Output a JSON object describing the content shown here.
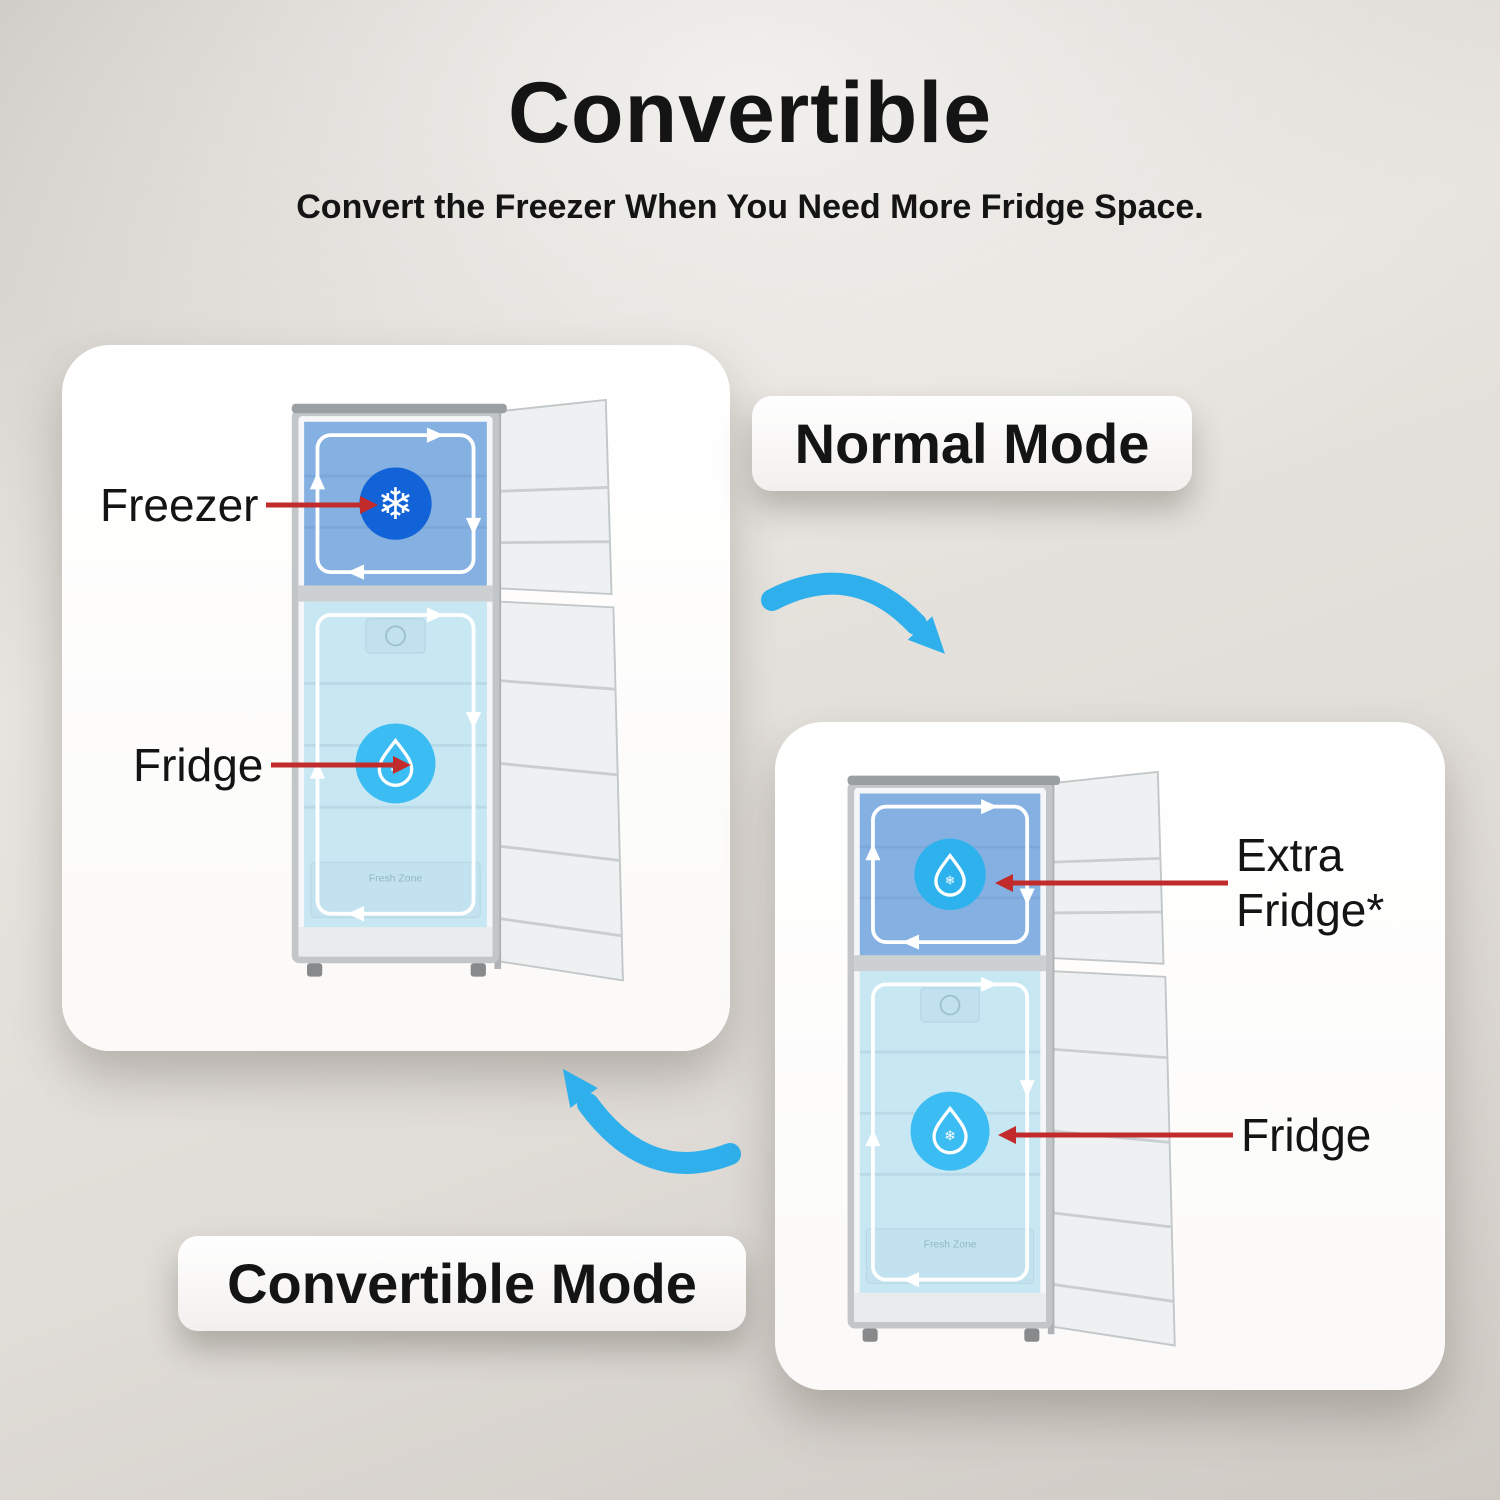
{
  "header": {
    "title": "Convertible",
    "subtitle": "Convert the Freezer When You Need More Fridge Space."
  },
  "normal_mode": {
    "banner": "Normal Mode",
    "freezer_label": "Freezer",
    "fridge_label": "Fridge"
  },
  "convertible_mode": {
    "banner": "Convertible Mode",
    "extra_fridge_label": "Extra Fridge*",
    "fridge_label": "Fridge"
  },
  "fridge_detail": {
    "crisper_label": "Fresh Zone"
  },
  "icons": {
    "snowflake_glyph": "❄",
    "freezer_icon": "snowflake-in-circle",
    "fridge_icon": "water-drop-with-snowflake-in-circle",
    "pointer_icon": "red-pointer-arrow",
    "flow_icon": "curved-convert-arrow"
  },
  "colors": {
    "pointer_red": "#c22b2b",
    "flow_arrow_blue": "#2fb0ec",
    "freezer_overlay_blue": "#2f7bd6",
    "fridge_overlay_blue": "#86d4f4",
    "freezer_icon_blue": "#1263d8",
    "convertible_top_icon_blue": "#2eb2ee",
    "fridge_icon_blue": "#3bbcf2",
    "text_dark": "#141414",
    "card_white": "#ffffff",
    "background_beige": "#dedad5"
  }
}
